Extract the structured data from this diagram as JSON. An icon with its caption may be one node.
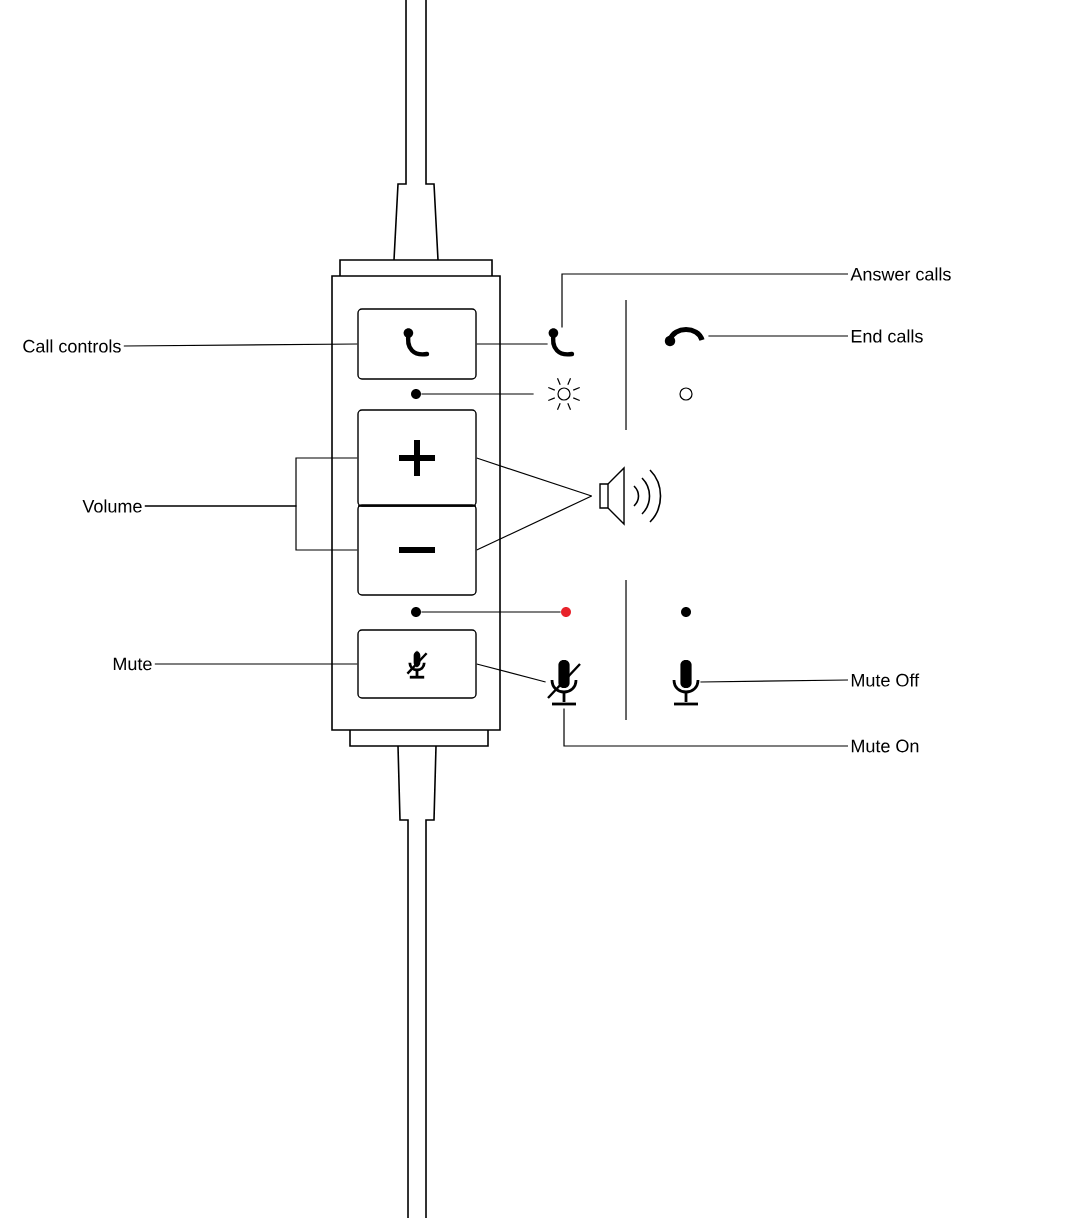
{
  "diagram": {
    "nodes": [
      {
        "text": [
          "Call controls"
        ]
      },
      {
        "text": [],
        "shape": "box"
      },
      {
        "text": [
          "Volume"
        ]
      },
      {
        "text": [],
        "shape": "box"
      },
      {
        "text": [],
        "shape": "box"
      },
      {
        "text": [
          "Mute"
        ]
      },
      {
        "text": [],
        "shape": "box"
      },
      {
        "text": [
          "Answer calls"
        ]
      },
      {
        "text": [],
        "shape": "phone"
      },
      {
        "text": [
          "End calls"
        ]
      },
      {
        "text": [],
        "shape": "phone"
      },
      {
        "text": [],
        "shape": "speaker"
      },
      {
        "text": [
          "Mute Off"
        ]
      },
      {
        "text": [],
        "shape": "microphone"
      },
      {
        "text": [
          "Mute On"
        ]
      },
      {
        "text": [],
        "shape": "microphone"
      },
      {
        "text": [],
        "shape": "circle"
      },
      {
        "text": [],
        "shape": "light"
      },
      {
        "text": [],
        "shape": "circle"
      },
      {
        "text": [],
        "shape": "circle"
      },
      {
        "text": [],
        "shape": "circle"
      },
      {
        "text": [],
        "shape": "circle"
      }
    ],
    "edges": [
      {
        "from": 0,
        "to": 1,
        "arrow": "none"
      },
      {
        "from": 2,
        "to": 3,
        "arrow": "none"
      },
      {
        "from": 2,
        "to": 4,
        "arrow": "none"
      },
      {
        "from": 5,
        "to": 6,
        "arrow": "none"
      },
      {
        "from": 1,
        "to": 8,
        "arrow": "none"
      },
      {
        "from": 16,
        "to": 17,
        "arrow": "none"
      },
      {
        "from": 3,
        "to": 11,
        "arrow": "none"
      },
      {
        "from": 4,
        "to": 11,
        "arrow": "none"
      },
      {
        "from": 18,
        "to": 19,
        "arrow": "none"
      },
      {
        "from": 6,
        "to": 13,
        "arrow": "none"
      },
      {
        "from": 7,
        "to": 8,
        "arrow": "none"
      },
      {
        "from": 9,
        "to": 10,
        "arrow": "none"
      },
      {
        "from": 12,
        "to": 15,
        "arrow": "none"
      },
      {
        "from": 14,
        "to": 13,
        "arrow": "none"
      }
    ]
  }
}
